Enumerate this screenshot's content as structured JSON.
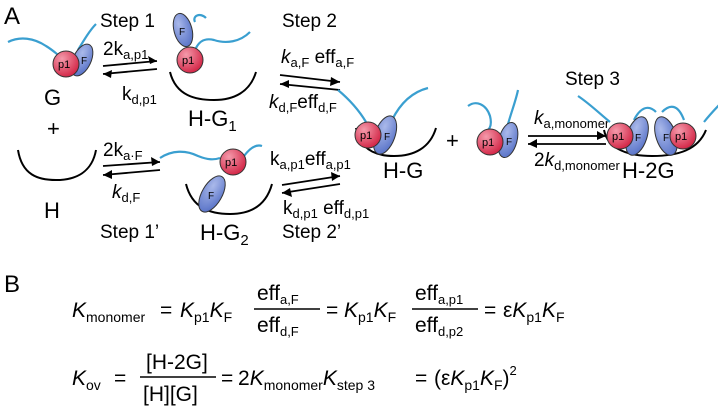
{
  "panels": {
    "a": "A",
    "b": "B"
  },
  "steps": {
    "step1": "Step 1",
    "step2": "Step 2",
    "step3": "Step 3",
    "step1p": "Step 1’",
    "step2p": "Step 2’"
  },
  "species": {
    "g": "G",
    "plus1": "+",
    "h": "H",
    "hg1_main": "H-G",
    "hg1_sub": "1",
    "hg2_main": "H-G",
    "hg2_sub": "2",
    "hg": "H-G",
    "plus2": "+",
    "h2g": "H-2G"
  },
  "balls": {
    "p1": "p1",
    "f": "F"
  },
  "rates": {
    "s1_fwd_coef": "2",
    "s1_fwd_k": "k",
    "s1_fwd_sub": "a,p1",
    "s1_rev_k": "k",
    "s1_rev_sub": "d,p1",
    "s2_fwd_k": "k",
    "s2_fwd_sub": "a,F",
    "s2_fwd_eff": " eff",
    "s2_fwd_effsub": "a,F",
    "s2_rev_k": "k",
    "s2_rev_sub": "d,F",
    "s2_rev_eff": "eff",
    "s2_rev_effsub": "d,F",
    "s1p_fwd_coef": "2",
    "s1p_fwd_k": "k",
    "s1p_fwd_sub": "a·F",
    "s1p_rev_k": "k",
    "s1p_rev_sub": "d,F",
    "s2p_fwd_k": "k",
    "s2p_fwd_sub": "a,p1",
    "s2p_fwd_eff": "eff",
    "s2p_fwd_effsub": "a,p1",
    "s2p_rev_k": "k",
    "s2p_rev_sub": "d,p1",
    "s2p_rev_eff": " eff",
    "s2p_rev_effsub": "d,p1",
    "s3_fwd_k": "k",
    "s3_fwd_sub": "a,monomer",
    "s3_rev_coef": "2",
    "s3_rev_k": "k",
    "s3_rev_sub": "d,monomer"
  },
  "eq1": {
    "lhs_k": "K",
    "lhs_sub": "monomer",
    "eq": "=",
    "t1_k1": "K",
    "t1_s1": "p1",
    "t1_k2": "K",
    "t1_s2": "F",
    "frac1_num": "eff",
    "frac1_num_sub": "a,F",
    "frac1_den": "eff",
    "frac1_den_sub": "d,F",
    "eq2": "=",
    "t2_k1": "K",
    "t2_s1": "p1",
    "t2_k2": "K",
    "t2_s2": "F",
    "frac2_num": "eff",
    "frac2_num_sub": "a,p1",
    "frac2_den": "eff",
    "frac2_den_sub": "d,p2",
    "eq3": "=",
    "epsilon": "ε",
    "t3_k1": "K",
    "t3_s1": "p1",
    "t3_k2": "K",
    "t3_s2": "F"
  },
  "eq2": {
    "lhs_k": "K",
    "lhs_sub": "ov",
    "eq": "=",
    "num": "[H-2G]",
    "den": "[H][G]",
    "eq2": "=",
    "coef": "2",
    "k1": "K",
    "s1": "monomer",
    "k2": "K",
    "s2": "step 3",
    "eq3": "=",
    "open": "(ε",
    "k3": "K",
    "s3": "p1",
    "k4": "K",
    "s4": "F",
    "close": ")",
    "sup": "2"
  },
  "colors": {
    "strand": "#3a9fd0",
    "p1": "#d42a4a",
    "p1_highlight": "#f49aab",
    "f": "#5a74c8",
    "f_highlight": "#aab9ea"
  }
}
